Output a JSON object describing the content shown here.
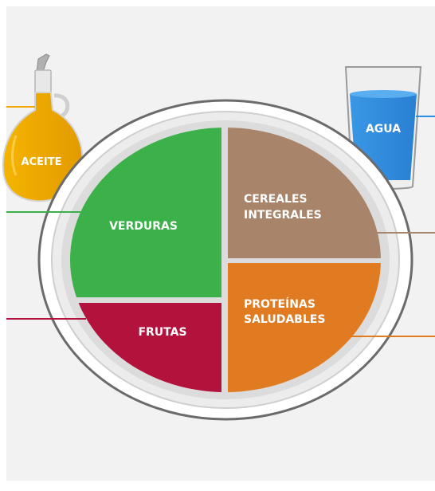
{
  "colors": {
    "background": "#f2f2f2",
    "verduras": "#3cb14a",
    "cereales": "#a8856a",
    "frutas": "#b3123c",
    "proteinas": "#e07b22",
    "aceite": "#f2a800",
    "agua": "#2f8ee0"
  },
  "labels": {
    "aceite": "ACEITE",
    "agua": "AGUA",
    "verduras": "VERDURAS",
    "cereales_line1": "CEREALES",
    "cereales_line2": "INTEGRALES",
    "frutas": "FRUTAS",
    "proteinas_line1": "PROTEÍNAS",
    "proteinas_line2": "SALUDABLES"
  },
  "icons": {
    "oil": "oil-bottle-icon",
    "water": "water-glass-icon"
  }
}
